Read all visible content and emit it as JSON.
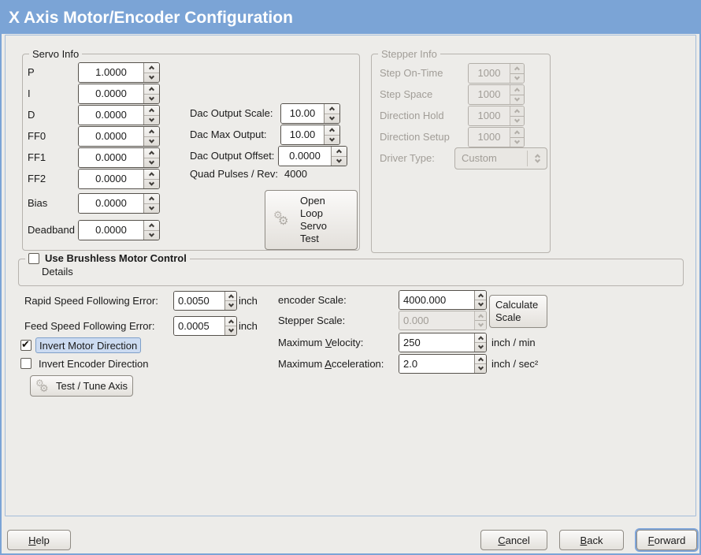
{
  "title": "X Axis Motor/Encoder Configuration",
  "colors": {
    "titlebar_blue": "#7ba4d6",
    "window_bg": "#edece9",
    "focus_highlight_bg": "#ccdbf1",
    "focus_ring_blue": "#7fa5d9",
    "disabled_text": "#a19d97"
  },
  "servo": {
    "frame_label": "Servo Info",
    "fields": [
      {
        "label": "P",
        "value": "1.0000"
      },
      {
        "label": "I",
        "value": "0.0000"
      },
      {
        "label": "D",
        "value": "0.0000"
      },
      {
        "label": "FF0",
        "value": "0.0000"
      },
      {
        "label": "FF1",
        "value": "0.0000"
      },
      {
        "label": "FF2",
        "value": "0.0000"
      },
      {
        "label": "Bias",
        "value": "0.0000"
      },
      {
        "label": "Deadband",
        "value": "0.0000"
      }
    ]
  },
  "dac": {
    "scale_label": "Dac Output Scale:",
    "scale_value": "10.00",
    "max_label": "Dac Max Output:",
    "max_value": "10.00",
    "offset_label": "Dac Output Offset:",
    "offset_value": "0.0000",
    "quad_label": "Quad Pulses / Rev:",
    "quad_value": "4000",
    "open_loop_button": "Open\nLoop\nServo\nTest"
  },
  "stepper": {
    "frame_label": "Stepper Info",
    "fields": [
      {
        "label": "Step On-Time",
        "value": "1000"
      },
      {
        "label": "Step Space",
        "value": "1000"
      },
      {
        "label": "Direction Hold",
        "value": "1000"
      },
      {
        "label": "Direction Setup",
        "value": "1000"
      }
    ],
    "driver_type_label": "Driver Type:",
    "driver_type_value": "Custom",
    "enabled": false
  },
  "brushless": {
    "checkbox_label": "Use Brushless Motor Control",
    "checked": false,
    "details_label": "Details",
    "expanded": false
  },
  "following_error": {
    "rapid_label": "Rapid Speed Following Error:",
    "rapid_value": "0.0050",
    "rapid_unit": "inch",
    "feed_label": "Feed Speed Following Error:",
    "feed_value": "0.0005",
    "feed_unit": "inch"
  },
  "scales": {
    "encoder_label": "encoder Scale:",
    "encoder_value": "4000.000",
    "calculate_button": "Calculate\nScale",
    "stepper_label": "Stepper Scale:",
    "stepper_value": "0.000",
    "velocity_label": {
      "pre": "Maximum ",
      "u": "V",
      "post": "elocity:"
    },
    "velocity_value": "250",
    "velocity_unit": "inch / min",
    "accel_label": {
      "pre": "Maximum ",
      "u": "A",
      "post": "cceleration:"
    },
    "accel_value": "2.0",
    "accel_unit": "inch / sec²"
  },
  "invert": {
    "motor_label": "Invert Motor Direction",
    "motor_checked": true,
    "encoder_label": "Invert Encoder Direction",
    "encoder_checked": false
  },
  "test_tune_button": "Test / Tune Axis",
  "footer": {
    "help": {
      "pre": "",
      "u": "H",
      "post": "elp"
    },
    "cancel": {
      "pre": "",
      "u": "C",
      "post": "ancel"
    },
    "back": {
      "pre": "",
      "u": "B",
      "post": "ack"
    },
    "forward": {
      "pre": "",
      "u": "F",
      "post": "orward"
    }
  }
}
